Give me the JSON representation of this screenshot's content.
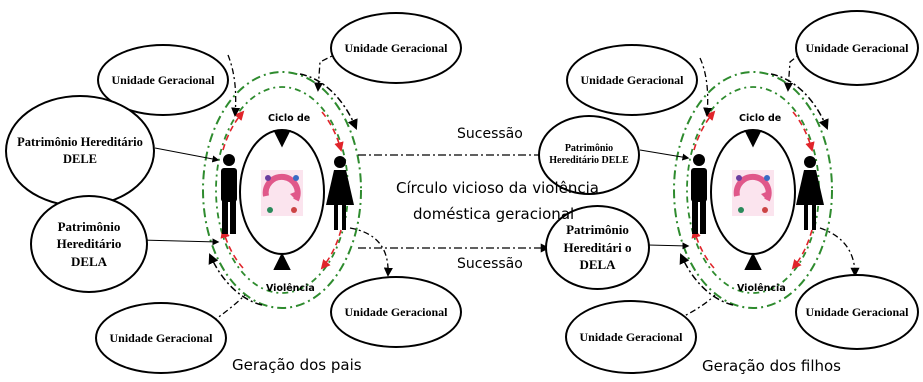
{
  "left_group": {
    "unidade_top_left": "Unidade Geracional",
    "unidade_top_right": "Unidade Geracional",
    "unidade_bottom_left": "Unidade Geracional",
    "unidade_bottom_right": "Unidade Geracional",
    "patrimonio_dele": "Patrimônio Hereditário DELE",
    "patrimonio_dela": "Patrimônio Hereditário DELA",
    "cycle_top": "Ciclo de",
    "cycle_bottom": "Violência",
    "caption": "Geração dos pais"
  },
  "right_group": {
    "unidade_top_left": "Unidade Geracional",
    "unidade_top_right": "Unidade Geracional",
    "unidade_bottom_left": "Unidade Geracional",
    "unidade_bottom_right": "Unidade Geracional",
    "patrimonio_dele": "Patrimônio Hereditário DELE",
    "patrimonio_dela": "Patrimônio Hereditári o DELA",
    "cycle_top": "Ciclo de",
    "cycle_bottom": "Violência",
    "caption": "Geração dos filhos"
  },
  "center": {
    "sucessao_top": "Sucessão",
    "sucessao_bottom": "Sucessão",
    "title_line1": "Círculo vicioso da violência",
    "title_line2": "doméstica geracional"
  },
  "colors": {
    "green_dash": "#2e8b2e",
    "red_arrow": "#e0242a",
    "cycle_pink": "#e0588a"
  }
}
